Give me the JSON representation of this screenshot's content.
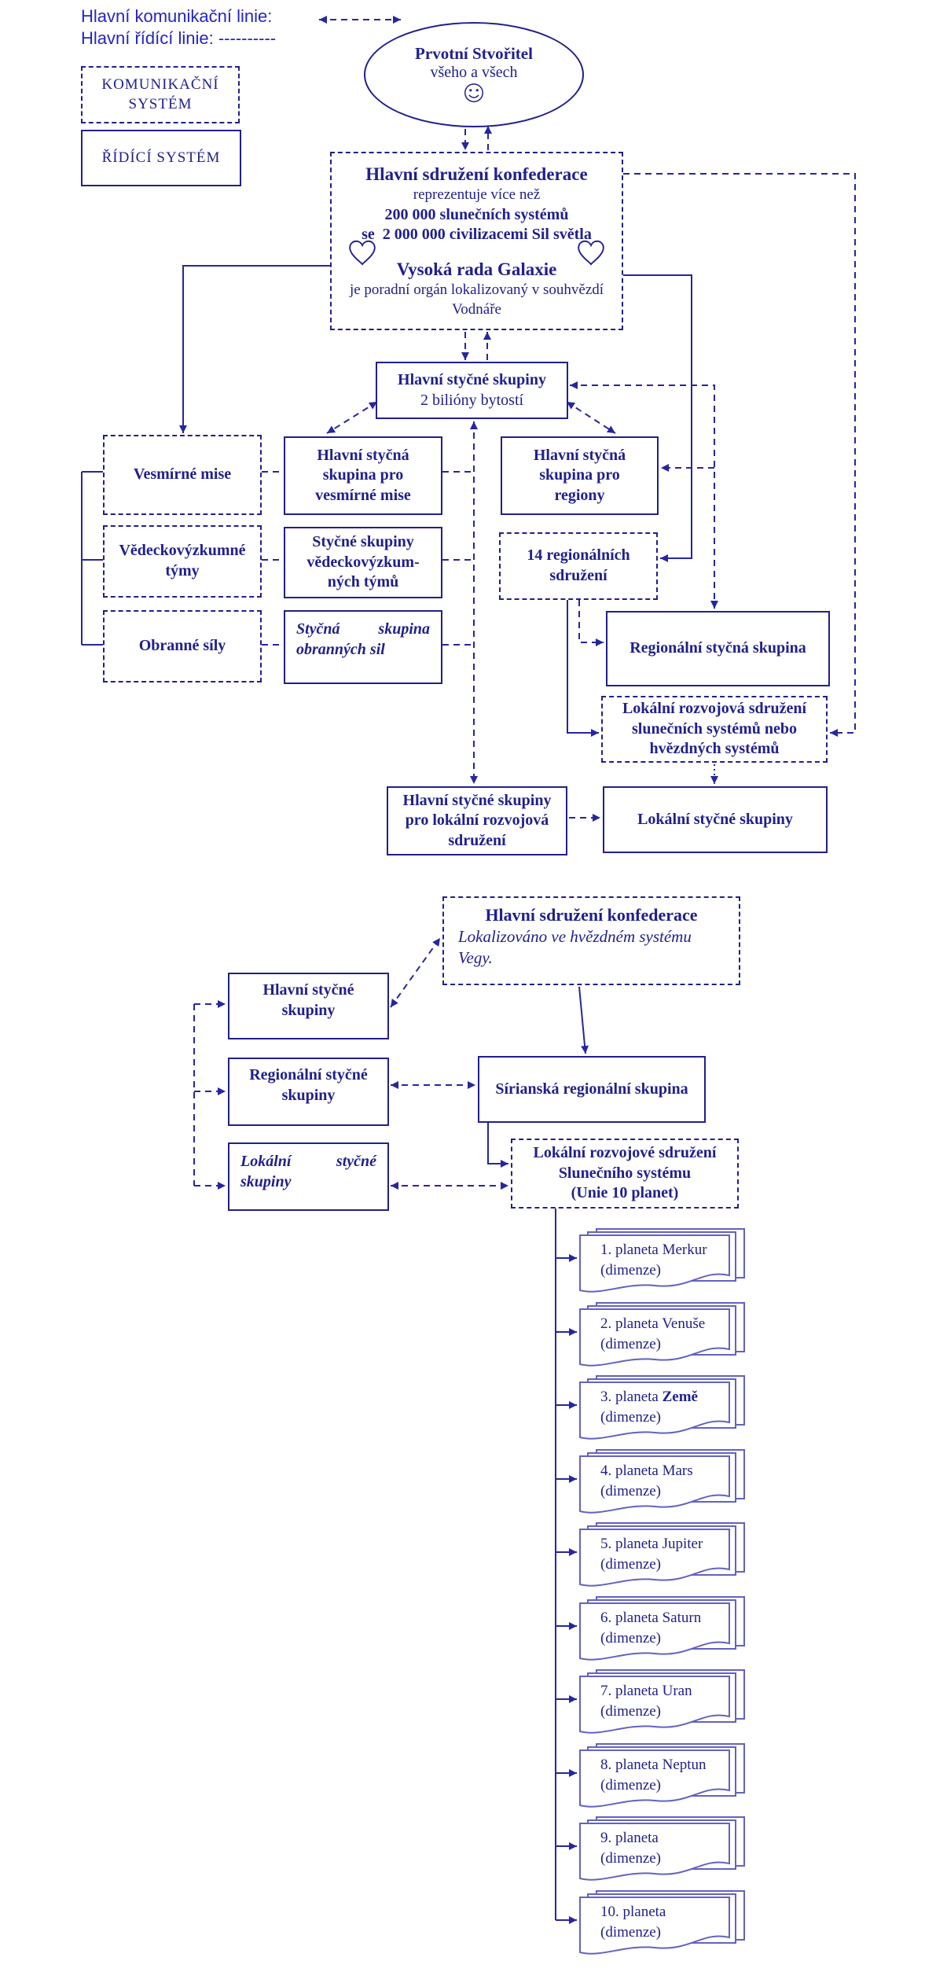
{
  "colors": {
    "ink": "#20208c",
    "connector": "#2626a0",
    "legend_text": "#2424c4",
    "planet_doc_border": "#6262c2",
    "background": "#ffffff"
  },
  "legend": {
    "comm_label": "Hlavní komunikační linie:",
    "ctrl_label": "Hlavní řídící linie: ----------",
    "comm_system": {
      "l1": "KOMUNIKAČNÍ",
      "l2": "SYSTÉM"
    },
    "ctrl_system": "ŘÍDÍCÍ SYSTÉM",
    "comm_arrow_icon": "dashed-double-arrow"
  },
  "creator": {
    "title": "Prvotní Stvořitel",
    "subtitle": "všeho a všech",
    "icon": "smiley-face"
  },
  "confederation": {
    "title": "Hlavní sdružení konfederace",
    "rep1": "reprezentuje více než",
    "rep2": "200 000 slunečních systémů",
    "rep3": "se  2 000 000 civilizacemi Sil světla",
    "council": "Vysoká rada Galaxie",
    "council2": "je poradní orgán lokalizovaný v souhvězdí",
    "council3": "Vodnáře",
    "heart_icon": "heart-outline"
  },
  "hss": {
    "l1": "Hlavní styčné skupiny",
    "l2": "2 bilióny bytostí"
  },
  "left_col": {
    "missions": "Vesmírné mise",
    "research1": "Vědeckovýzkumné",
    "research2": "týmy",
    "defense": "Obranné síly"
  },
  "mid_col": {
    "missions1": "Hlavní styčná",
    "missions2": "skupina pro",
    "missions3": "vesmírné mise",
    "research1": "Styčné skupiny",
    "research2": "vědeckovýzkum-",
    "research3": "ných týmů",
    "defense1a": "Styčná",
    "defense1b": "skupina",
    "defense2": "obranných sil"
  },
  "regions": {
    "group1": "Hlavní styčná",
    "group2": "skupina pro",
    "group3": "regiony",
    "assoc1": "14 regionálních",
    "assoc2": "sdružení",
    "regional_liaison": "Regionální styčná skupina",
    "local_dev1": "Lokální rozvojová sdružení",
    "local_dev2": "slunečních systémů nebo",
    "local_dev3": "hvězdných systémů",
    "local_liaison": "Lokální styčné skupiny",
    "hss_local1": "Hlavní styčné skupiny",
    "hss_local2": "pro lokální rozvojová",
    "hss_local3": "sdružení"
  },
  "diagram2": {
    "hq_title": "Hlavní sdružení konfederace",
    "hq_loc1": "Lokalizováno ve hvězdném systému",
    "hq_loc2": "Vegy.",
    "main1": "Hlavní styčné",
    "main2": "skupiny",
    "regional1": "Regionální styčné",
    "regional2": "skupiny",
    "local1a": "Lokální",
    "local1b": "styčné",
    "local2": "skupiny",
    "sirius": "Sírianská regionální skupina",
    "union1": "Lokální rozvojové sdružení",
    "union2": "Slunečního systému",
    "union3": "(Unie 10 planet)"
  },
  "planets": [
    {
      "prefix": "1. planeta ",
      "name": "Merkur",
      "sub": "(dimenze)"
    },
    {
      "prefix": "2. planeta ",
      "name": "Venuše",
      "sub": "(dimenze)"
    },
    {
      "prefix": "3. planeta ",
      "name": "Země",
      "sub": "(dimenze)"
    },
    {
      "prefix": "4. planeta ",
      "name": "Mars",
      "sub": "(dimenze)"
    },
    {
      "prefix": "5. planeta ",
      "name": "Jupiter",
      "sub": "(dimenze)"
    },
    {
      "prefix": "6. planeta ",
      "name": "Saturn",
      "sub": "(dimenze)"
    },
    {
      "prefix": "7. planeta ",
      "name": "Uran",
      "sub": "(dimenze)"
    },
    {
      "prefix": "8. planeta ",
      "name": "Neptun",
      "sub": "(dimenze)"
    },
    {
      "prefix": "9. planeta",
      "name": "",
      "sub": "(dimenze)"
    },
    {
      "prefix": "10. planeta",
      "name": "",
      "sub": "(dimenze)"
    }
  ]
}
